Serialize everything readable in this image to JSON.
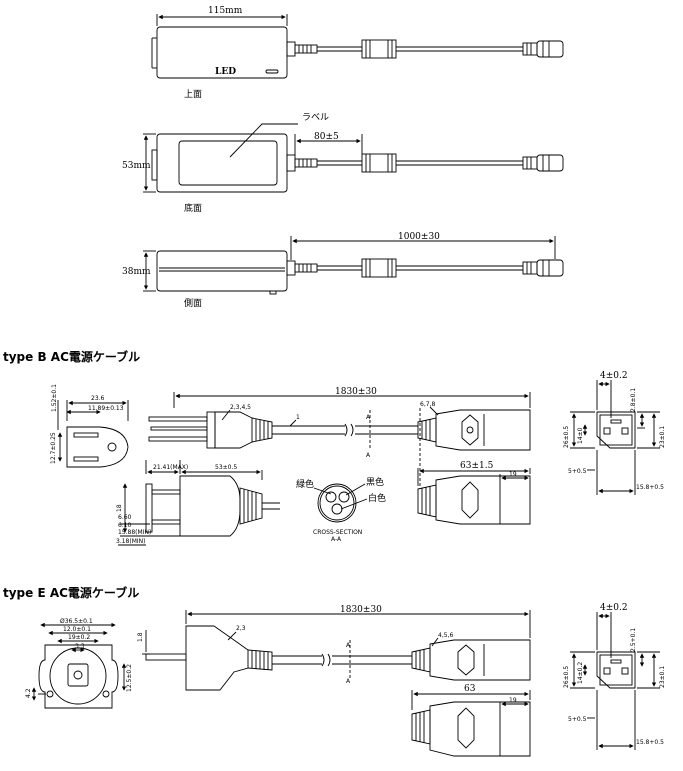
{
  "top_view": {
    "width_dim": "115mm",
    "led_label": "LED",
    "caption": "上面"
  },
  "bottom_view": {
    "label_callout": "ラベル",
    "height_dim": "53mm",
    "cable_dim": "80±5",
    "caption": "底面"
  },
  "side_view": {
    "height_dim": "38mm",
    "cable_dim": "1000±30",
    "caption": "側面"
  },
  "type_b": {
    "title": "type B AC電源ケーブル",
    "plug_face": {
      "d_top": "23.6",
      "d_side": "1.52±0.1",
      "d_pitch": "11.89±0.13",
      "d_pin": "12.7±0.25"
    },
    "cord_length": "1830±30",
    "plug_ref": "2,3,4,5",
    "cord_ref": "1",
    "conn_ref": "6,7,8",
    "section_mark": "A",
    "plug_side": {
      "d_a": "21.41(MAX)",
      "d_b": "53±0.5",
      "d_c": "18",
      "d_d": "6.60",
      "d_e": "6.10",
      "d_f": "15.88(MIN)",
      "d_g": "3.18(MIN)"
    },
    "cross_section": {
      "green": "緑色",
      "black": "黒色",
      "white": "白色",
      "caption": "CROSS-SECTION",
      "sub": "A-A"
    },
    "conn_side": {
      "d_len": "63±1.5",
      "d_tip": "19"
    },
    "conn_face": {
      "d_top": "4±0.2",
      "d_a": "2.8±0.1",
      "d_b": "26±0.5",
      "d_c": "14±0",
      "d_d": "23±0.1",
      "d_e": "5+0.5",
      "d_f": "15.8+0.5"
    }
  },
  "type_e": {
    "title": "type E AC電源ケーブル",
    "plug_face": {
      "d_a": "Ø36.5±0.1",
      "d_b": "12.0±0.1",
      "d_c": "19±0.2",
      "d_d": "3.3",
      "d_e": "4.2",
      "d_f": "12.5±0.2"
    },
    "pin_dim": "1.8",
    "cord_length": "1830±30",
    "plug_ref": "2,3",
    "conn_ref": "4,5,6",
    "section_mark": "A",
    "conn_side": {
      "d_len": "63",
      "d_tip": "19"
    },
    "conn_face": {
      "d_top": "4±0.2",
      "d_a": "2.5+0.1",
      "d_b": "26±0.5",
      "d_c": "14±0.2",
      "d_d": "23±0.1",
      "d_e": "5+0.5",
      "d_f": "15.8+0.5"
    }
  }
}
